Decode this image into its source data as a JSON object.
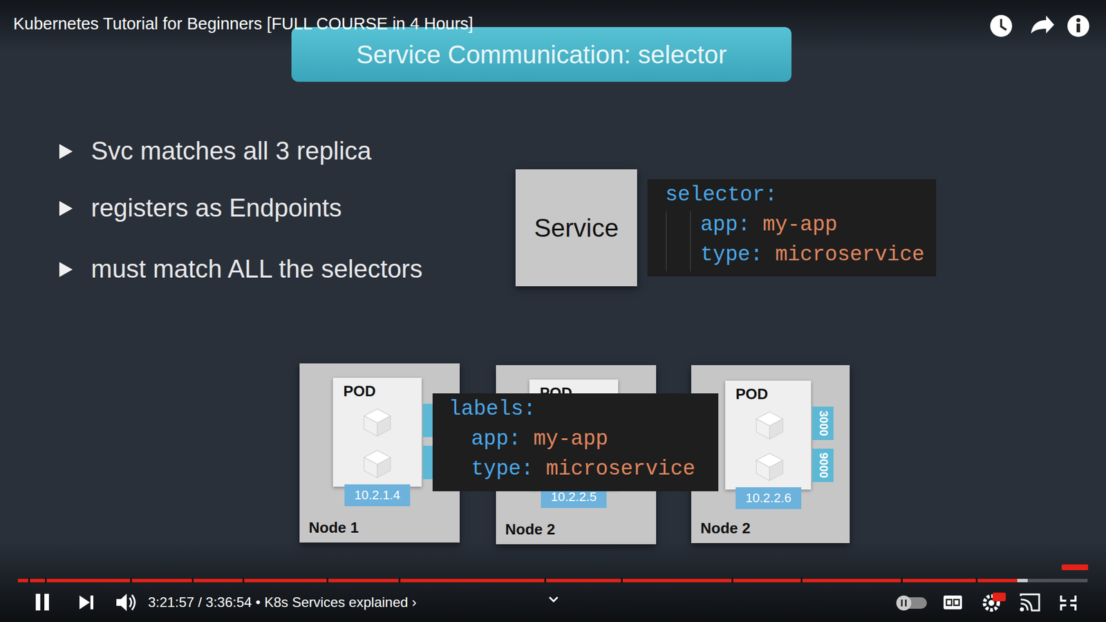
{
  "diagram": {
    "title": "Service Communication: selector",
    "nodes": [
      {
        "text": [
          "Service"
        ]
      },
      {
        "text": [
          "selector:",
          "app:",
          "my-app",
          "type:",
          "microservice"
        ]
      },
      {
        "text": [
          "Node 1"
        ]
      },
      {
        "text": [
          "POD"
        ],
        "in": 2
      },
      {
        "text": [
          "10.2.1.4"
        ],
        "in": 3
      },
      {
        "text": [
          "Node 2"
        ]
      },
      {
        "text": [
          "POD"
        ],
        "in": 5
      },
      {
        "text": [
          "10.2.2.5"
        ],
        "in": 6
      },
      {
        "text": [
          "Node 2"
        ]
      },
      {
        "text": [
          "POD"
        ],
        "in": 8
      },
      {
        "text": [
          "10.2.2.6"
        ],
        "in": 9
      },
      {
        "text": [
          "3000"
        ],
        "in": 9
      },
      {
        "text": [
          "9000"
        ],
        "in": 9
      },
      {
        "text": [
          "labels:",
          "app:",
          "my-app",
          "type:",
          "microservice"
        ]
      }
    ],
    "labels": [
      "Kubernetes Tutorial for Beginners [FULL COURSE in 4 Hours]",
      "Svc matches all 3 replica",
      "registers as Endpoints",
      "must match ALL the selectors",
      "3:21:57 / 3:36:54 • K8s Services explained ›"
    ]
  }
}
